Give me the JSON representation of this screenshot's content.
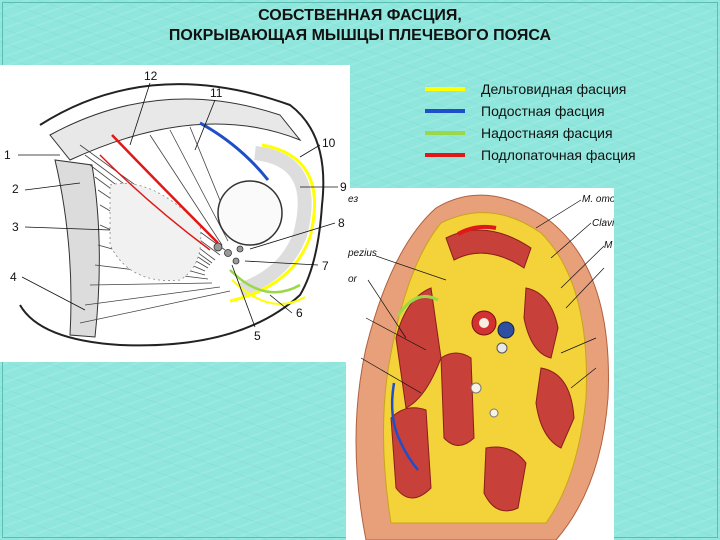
{
  "slide": {
    "title_line1": "СОБСТВЕННАЯ ФАСЦИЯ,",
    "title_line2": "ПОКРЫВАЮЩАЯ МЫШЦЫ ПЛЕЧЕВОГО ПОЯСА"
  },
  "legend": [
    {
      "label": "Дельтовидная фасция",
      "color": "#ffff00"
    },
    {
      "label": "Подостная фасция",
      "color": "#1f4fc8"
    },
    {
      "label": "Надостнаяя фасция",
      "color": "#9ad84a"
    },
    {
      "label": "Подлопаточная фасция",
      "color": "#e01818"
    }
  ],
  "figure1": {
    "labels": [
      "1",
      "2",
      "3",
      "4",
      "5",
      "6",
      "7",
      "8",
      "9",
      "10",
      "11",
      "12"
    ]
  },
  "figure2": {
    "labels": [
      "M. omo",
      "Clavi",
      "pezius",
      "or",
      "ез",
      "M"
    ]
  }
}
